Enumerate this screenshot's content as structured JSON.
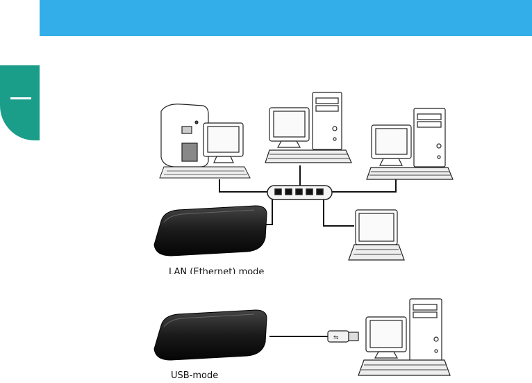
{
  "header": {
    "color": "#33aee8"
  },
  "side_tab": {
    "color": "#1a9e8a"
  },
  "diagram_lan": {
    "caption": "LAN (Ethernet) mode",
    "devices": [
      "mac-tower-computer",
      "desktop-pc-center",
      "desktop-pc-right",
      "network-switch",
      "laptop",
      "external-hard-drive"
    ]
  },
  "diagram_usb": {
    "caption": "USB-mode",
    "devices": [
      "external-hard-drive",
      "usb-cable-plug",
      "desktop-pc"
    ]
  }
}
